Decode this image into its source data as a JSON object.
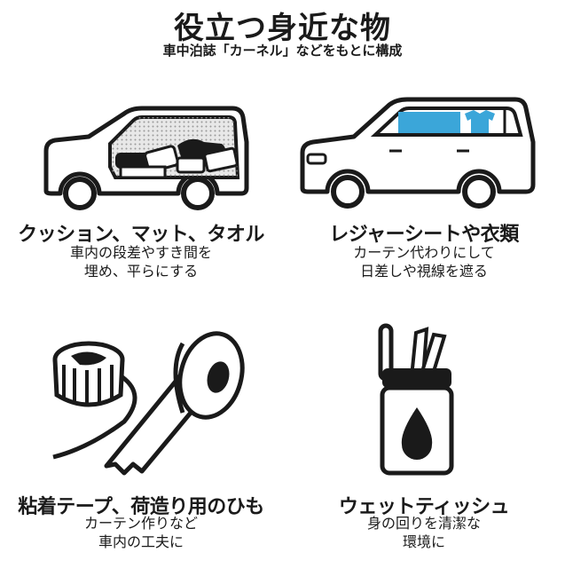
{
  "header": {
    "title": "役立つ身近な物",
    "subtitle": "車中泊誌「カーネル」などをもとに構成"
  },
  "items": [
    {
      "heading": "クッション、マット、タオル",
      "lines": [
        "車内の段差やすき間を",
        "埋め、平らにする"
      ],
      "icon": "car-interior-cushions-icon"
    },
    {
      "heading": "レジャーシートや衣類",
      "lines": [
        "カーテン代わりにして",
        "日差しや視線を遮る"
      ],
      "icon": "car-window-cover-icon"
    },
    {
      "heading": "粘着テープ、荷造り用のひも",
      "lines": [
        "カーテン作りなど",
        "車内の工夫に"
      ],
      "icon": "tape-and-rope-icon"
    },
    {
      "heading": "ウェットティッシュ",
      "lines": [
        "身の回りを清潔な",
        "環境に"
      ],
      "icon": "wet-tissue-icon"
    }
  ],
  "colors": {
    "accent": "#3ba6d9",
    "ink": "#1a1a1a"
  }
}
